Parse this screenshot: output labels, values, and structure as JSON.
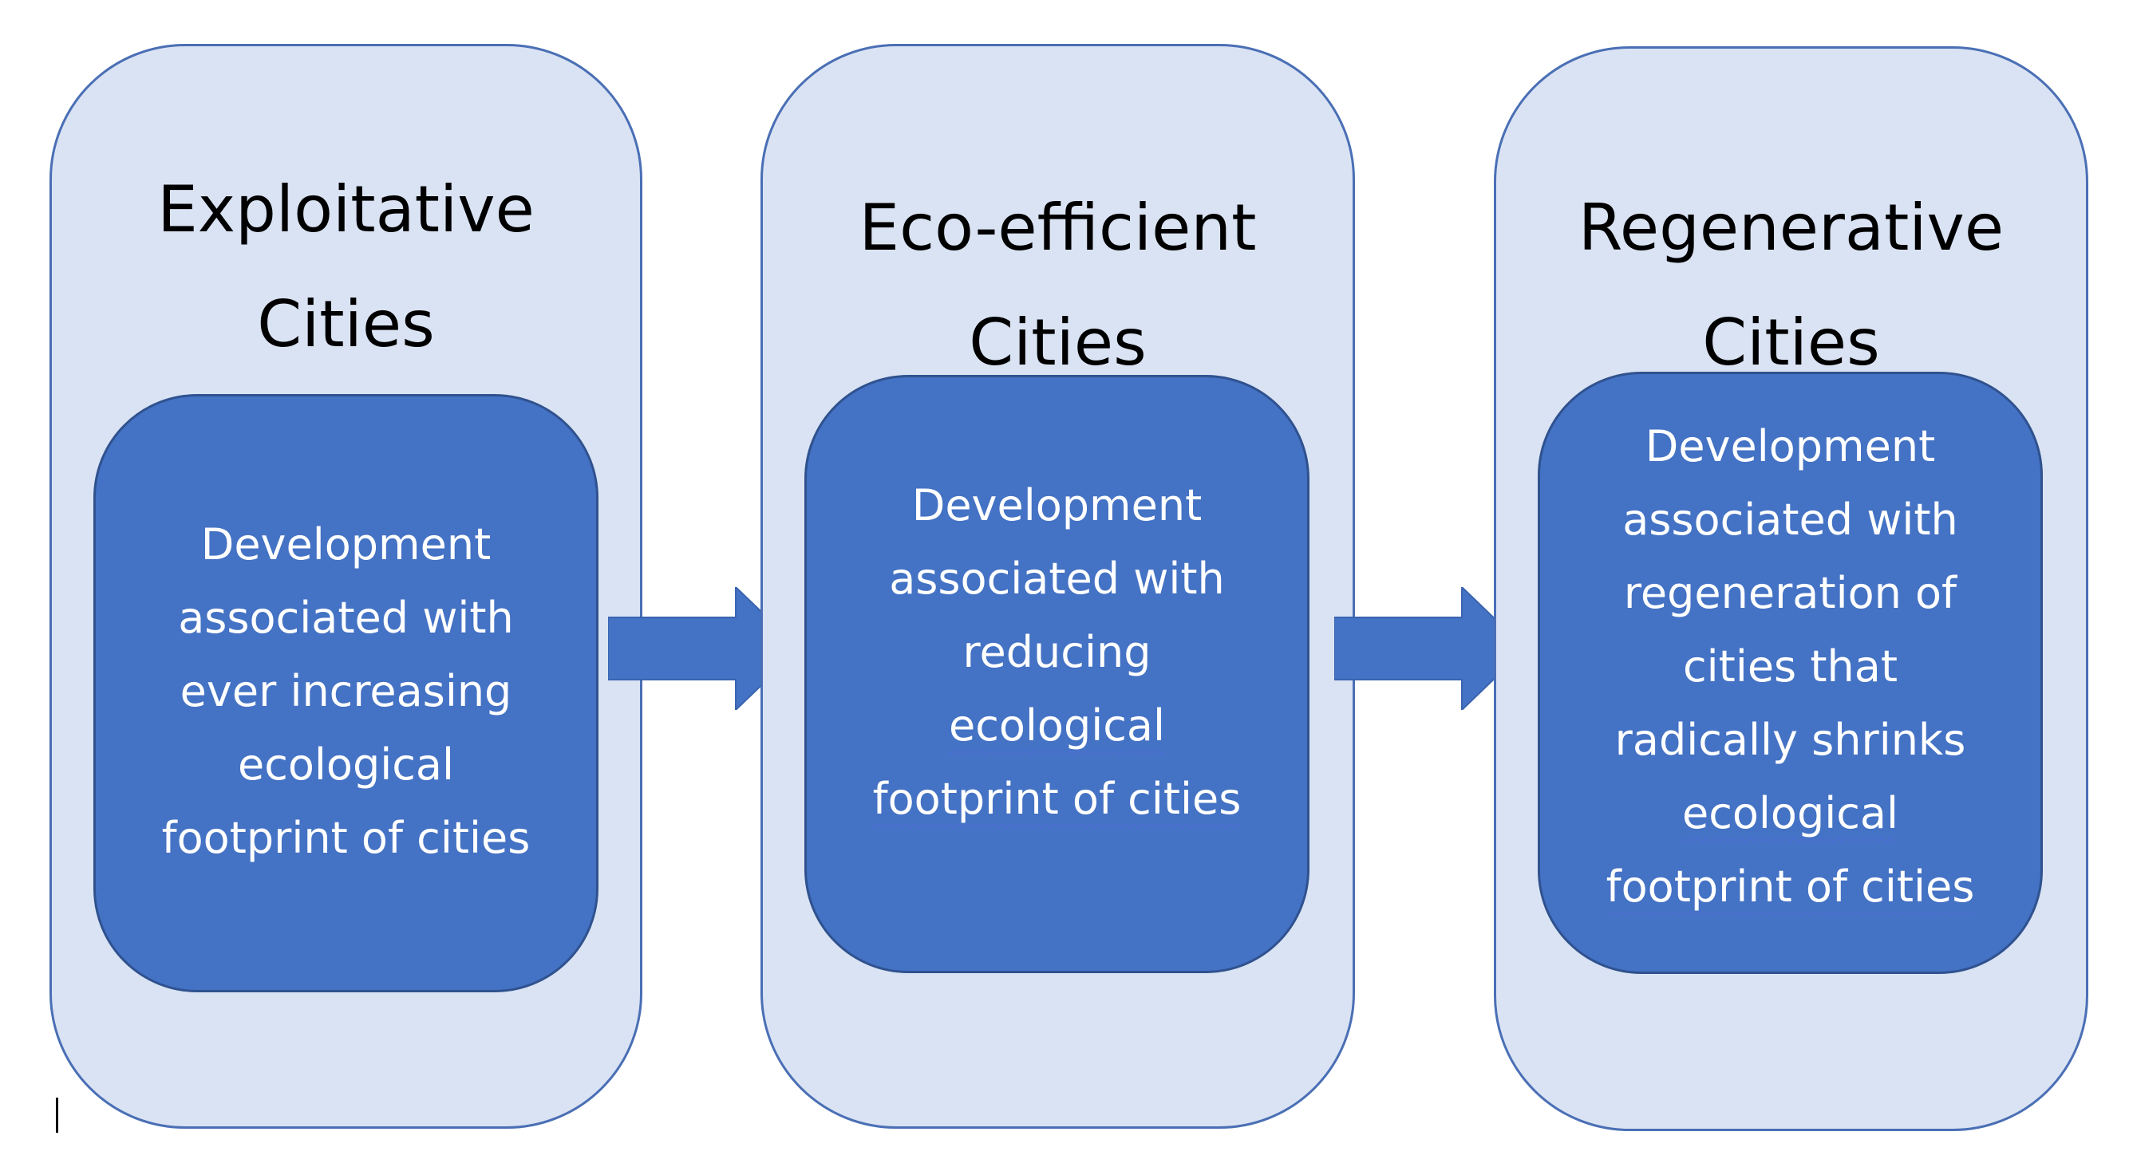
{
  "diagram": {
    "stages": [
      {
        "title_lines": [
          "Exploitative",
          "Cities"
        ],
        "description_lines": [
          "Development",
          "associated with",
          "ever increasing",
          "ecological",
          "footprint of cities"
        ]
      },
      {
        "title_lines": [
          "Eco-efficient",
          "Cities"
        ],
        "description_lines": [
          "Development",
          "associated with",
          "reducing",
          "ecological",
          "footprint of cities"
        ]
      },
      {
        "title_lines": [
          "Regenerative",
          "Cities"
        ],
        "description_lines": [
          "Development",
          "associated with",
          "regeneration of",
          "cities that",
          "radically shrinks",
          "ecological",
          "footprint of cities"
        ]
      }
    ],
    "colors": {
      "panel_fill": "#dae3f3",
      "panel_border": "#4a6fb5",
      "box_fill": "#4472c4",
      "box_border": "#2f528f",
      "box_text": "#ffffff",
      "arrow_fill": "#4472c4"
    },
    "connector_icon": "right-arrow-icon"
  }
}
